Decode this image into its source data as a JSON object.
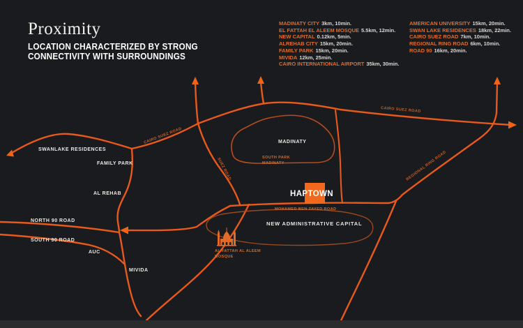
{
  "header": {
    "title": "Proximity",
    "subtitle_line1": "LOCATION CHARACTERIZED BY STRONG",
    "subtitle_line2": "CONNECTIVITY WITH SURROUNDINGS"
  },
  "colors": {
    "background": "#1a1b1e",
    "road_orange": "#e8591c",
    "accent_orange": "#ef6418",
    "road_label_orange": "#c2622b",
    "text_white": "#e9e7e4"
  },
  "proximity_left": [
    {
      "name": "MADINATY CITY",
      "value": "3km, 10min."
    },
    {
      "name": "EL FATTAH EL ALEEM MOSQUE",
      "value": "5.5km, 12min."
    },
    {
      "name": "NEW CAPITAL",
      "value": "0.12km, 5min."
    },
    {
      "name": "ALREHAB CITY",
      "value": "15km, 20min."
    },
    {
      "name": "FAMILY PARK",
      "value": "15km, 20min."
    },
    {
      "name": "MIVIDA",
      "value": "12km, 25min."
    },
    {
      "name": "CAIRO INTERNATIONAL AIRPORT",
      "value": "35km, 30min."
    }
  ],
  "proximity_right": [
    {
      "name": "AMERICAN UNIVERSITY",
      "value": "15km, 20min."
    },
    {
      "name": "SWAN LAKE RESIDENCES",
      "value": "18km, 22min."
    },
    {
      "name": "CAIRO SUEZ ROAD",
      "value": "7km, 10min."
    },
    {
      "name": "REGIONAL RING ROAD",
      "value": "6km, 10min."
    },
    {
      "name": "ROAD 90",
      "value": "16km, 20min."
    }
  ],
  "map": {
    "places": {
      "swanlake": "SWANLAKE RESIDENCES",
      "family_park": "FAMILY PARK",
      "al_rehab": "AL REHAB",
      "north_90": "NORTH 90 ROAD",
      "south_90": "SOUTH 90 ROAD",
      "auc": "AUC",
      "mivida": "MIVIDA",
      "madinaty": "MADINATY",
      "new_capital": "NEW ADMINISTRATIVE CAPITAL"
    },
    "roads": {
      "cairo_suez_west": "CAIRO SUEZ ROAD",
      "suez": "SUEZ ROAD",
      "cairo_suez_east": "CAIRO SUEZ ROAD",
      "regional_ring": "REGIONAL RING ROAD",
      "mohamed_ben_zayed": "MOHAMED BEN ZAYED ROAD"
    },
    "marker": {
      "label": "HAPTOWN"
    },
    "south_park": {
      "line1": "SOUTH PARK",
      "line2": "MADINATY"
    },
    "mosque": {
      "line1": "AL FATTAH AL ALEEM",
      "line2": "MOSQUE"
    }
  }
}
